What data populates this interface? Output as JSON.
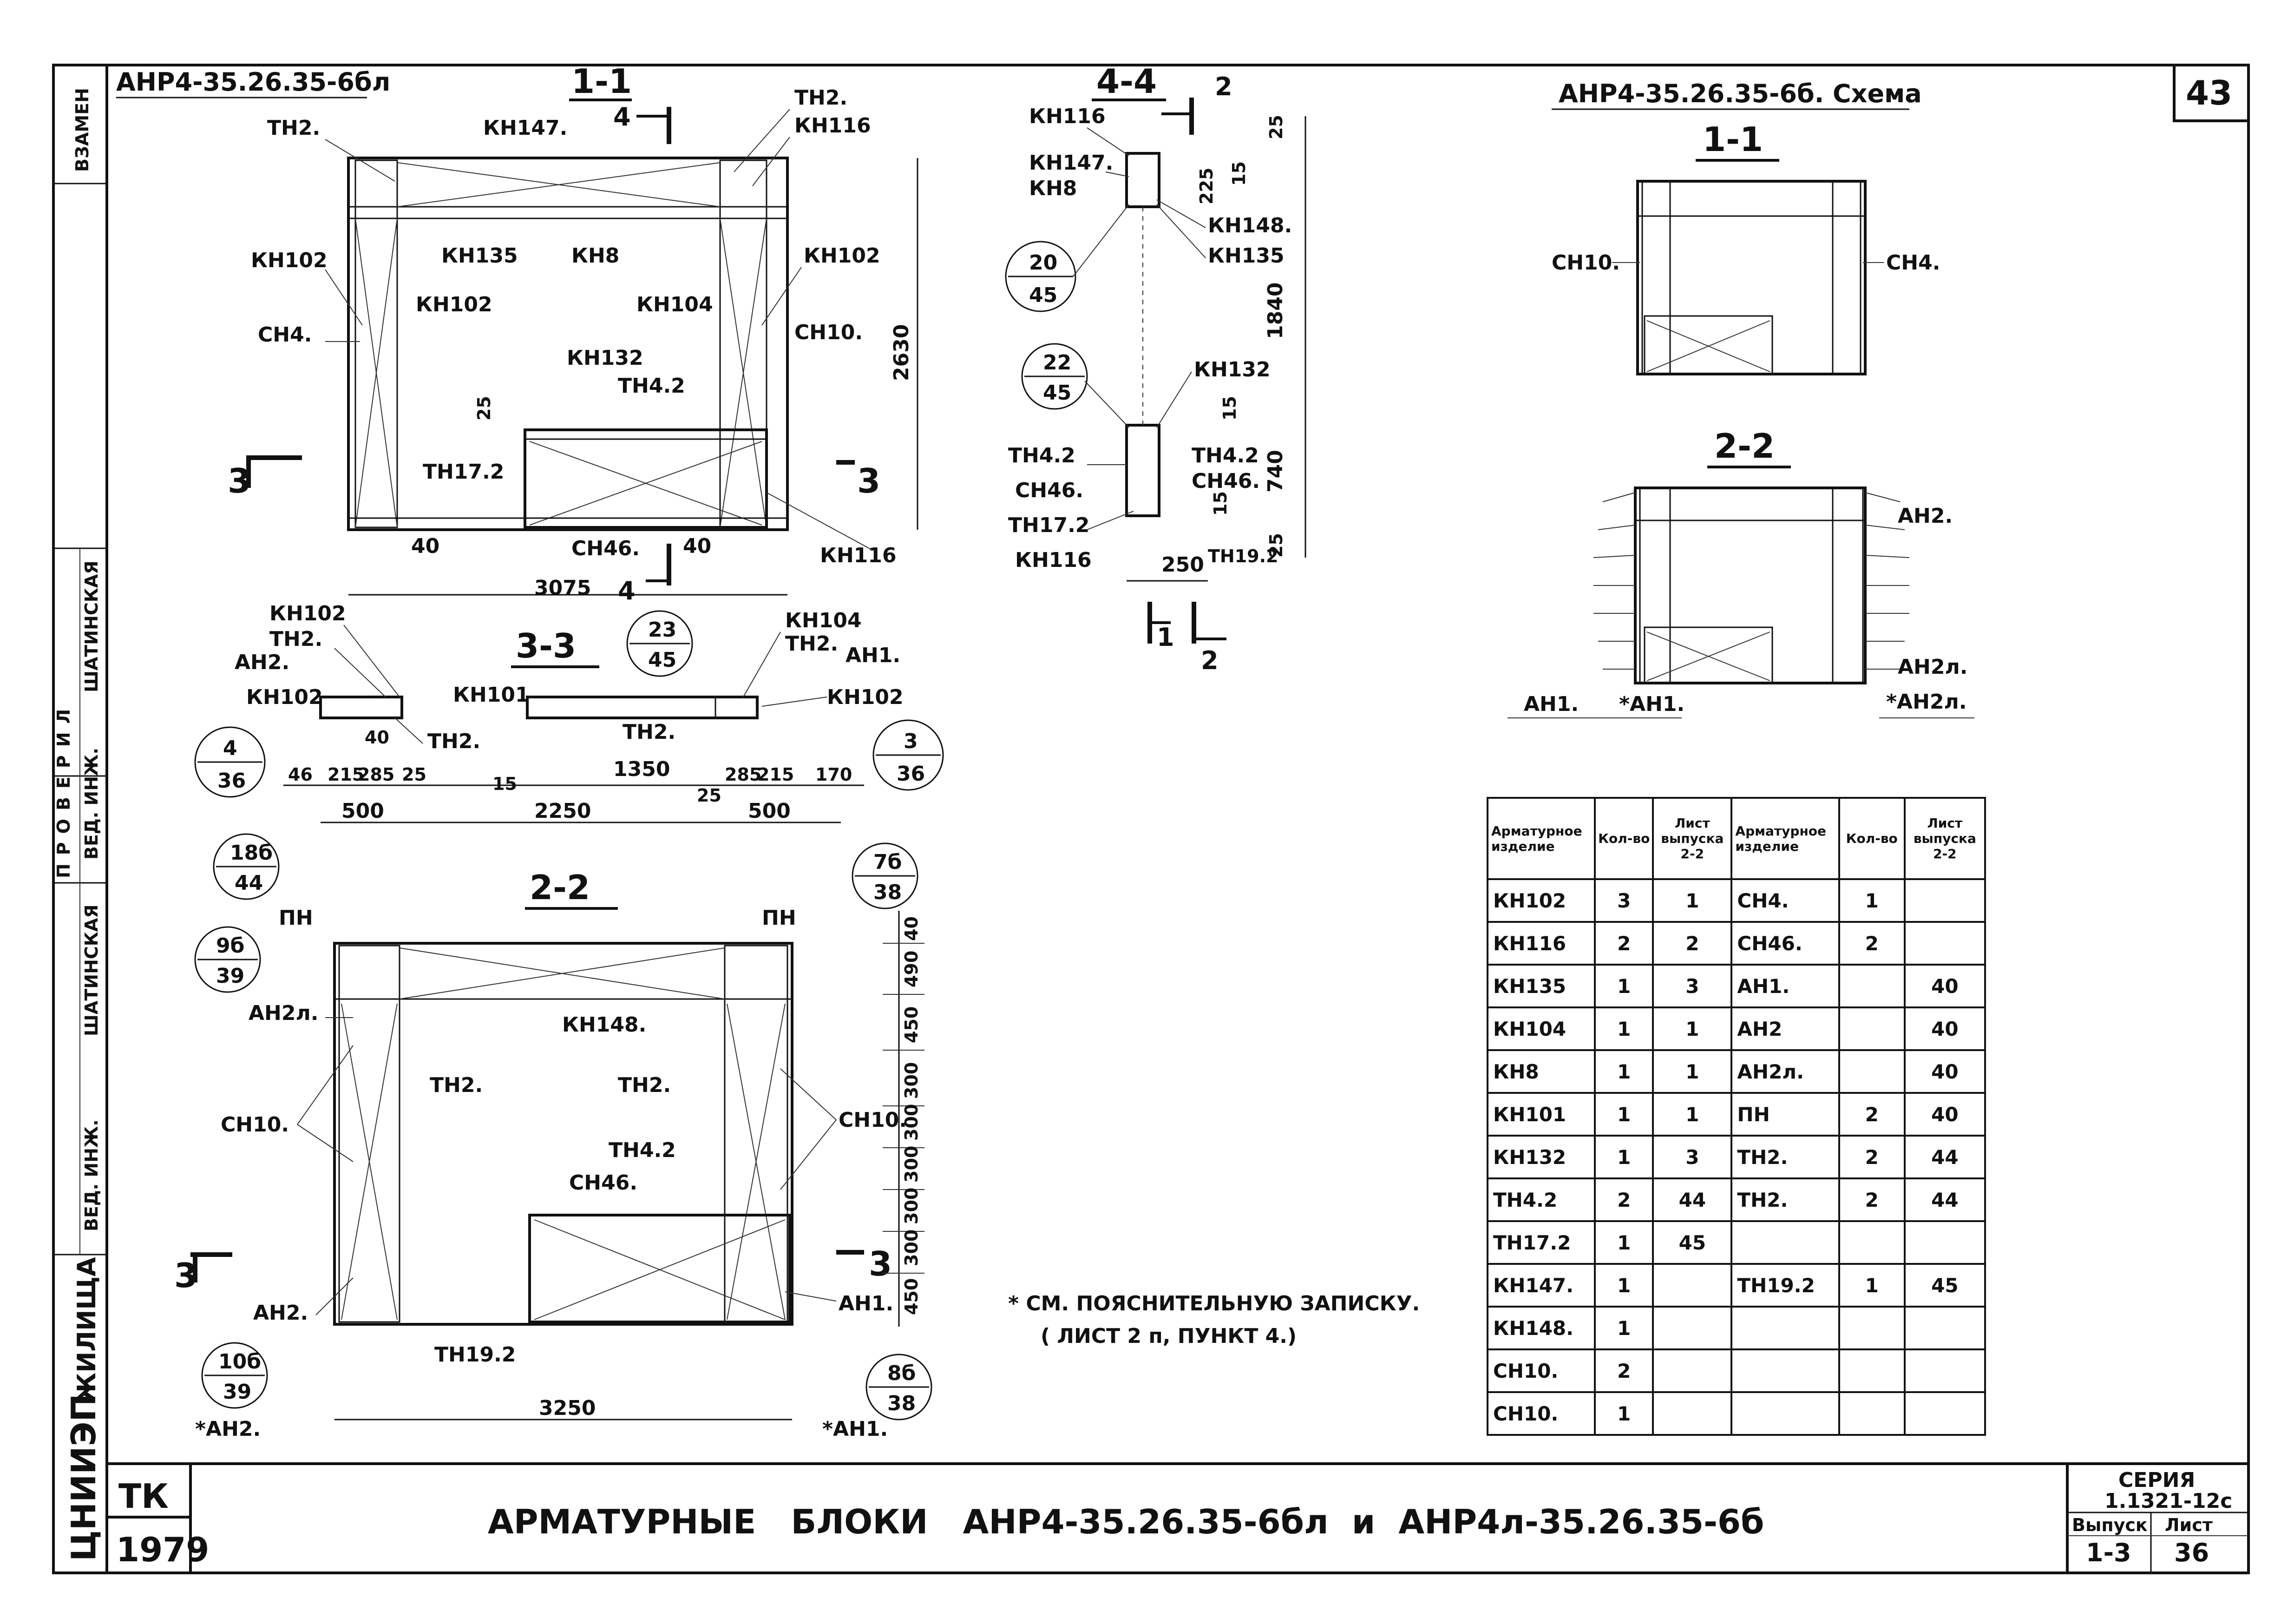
{
  "sheet": {
    "sheet_number": "43",
    "main_title": "АНР4-35.26.35-6бл",
    "side_labels": {
      "vzamen": "ВЗАМЕН",
      "proveril": "ПРОВЕРИЛ",
      "shatinskaya1": "ШАТИНСКАЯ",
      "ved_inzh1": "ВЕД. ИНЖ.",
      "shatinskaya2": "ШАТИНСКАЯ",
      "ved_inzh2": "ВЕД. ИНЖ.",
      "zhilishcha": "ЖИЛИЩА",
      "org": "ЦНИИЭП"
    }
  },
  "section_1_1": {
    "title": "1-1",
    "cut": "4",
    "labels": {
      "tn2_left": "ТН2.",
      "kn147": "КН147.",
      "tn2_right": "ТН2.",
      "kn116_right": "КН116",
      "kn102_l1": "КН102",
      "kn135": "КН135",
      "kn8": "КН8",
      "kn102_r": "КН102",
      "kn102_l2": "КН102",
      "kn104": "КН104",
      "sn10": "СН10.",
      "sn4": "СН4.",
      "kn132": "КН132",
      "tn4_2": "ТН4.2",
      "tn17_2": "ТН17.2",
      "sn46": "СН46.",
      "kn116_bottom": "КН116",
      "cut_left": "3",
      "cut_right": "3",
      "cut_bottom": "4"
    },
    "dims": {
      "d25": "25",
      "d2630": "2630",
      "d40a": "40",
      "d40b": "40",
      "d3075": "3075"
    }
  },
  "section_3_3": {
    "title": "3-3",
    "labels": {
      "kn102a": "КН102",
      "tn2a": "ТН2.",
      "an2": "АН2.",
      "kn102b": "КН102",
      "tn2b": "ТН2.",
      "kn101": "КН101",
      "tn2c": "ТН2.",
      "kn104": "КН104",
      "tn2d": "ТН2.",
      "an1": "АН1.",
      "kn102c": "КН102"
    },
    "dims": {
      "d46": "46",
      "d215a": "215",
      "d285a": "285",
      "d25a": "25",
      "d40": "40",
      "d15": "15",
      "d1350": "1350",
      "d285b": "285",
      "d215b": "215",
      "d170": "170",
      "d500a": "500",
      "d2250": "2250",
      "d25b": "25",
      "d500b": "500"
    },
    "refs": [
      {
        "top": "4",
        "bottom": "36"
      },
      {
        "top": "23",
        "bottom": "45"
      },
      {
        "top": "3",
        "bottom": "36"
      }
    ]
  },
  "section_4_4": {
    "title": "4-4",
    "cut": "2",
    "labels": {
      "kn116": "КН116",
      "kn147": "КН147.",
      "kn8": "КН8",
      "kn148": "КН148.",
      "kn135": "КН135",
      "kn132": "КН132",
      "tn4_2a": "ТН4.2",
      "tn4_2b": "ТН4.2",
      "sn46a": "СН46.",
      "sn46b": "СН46.",
      "tn17_2": "ТН17.2",
      "kn116b": "КН116",
      "tn19_2": "ТН19.2"
    },
    "dims": {
      "d25a": "25",
      "d225": "225",
      "d15a": "15",
      "d1840": "1840",
      "d15b": "15",
      "d740": "740",
      "d15c": "15",
      "d25b": "25",
      "d250": "250"
    },
    "refs": [
      {
        "top": "20",
        "bottom": "45"
      },
      {
        "top": "22",
        "bottom": "45"
      }
    ],
    "cut_labels": {
      "one": "1",
      "two": "2"
    }
  },
  "section_2_2_main": {
    "title": "2-2",
    "labels": {
      "pn_left": "ПН",
      "pn_right": "ПН",
      "an2l": "АН2л.",
      "kn148": "КН148.",
      "tn2a": "ТН2.",
      "tn2b": "ТН2.",
      "sn10_left": "СН10.",
      "sn10_right": "СН10.",
      "tn4_2": "ТН4.2",
      "sn46": "СН46.",
      "an2": "АН2.",
      "an1": "АН1.",
      "tn19_2": "ТН19.2",
      "an2_star": "*АН2.",
      "an1_star": "*АН1.",
      "cut_left": "3",
      "cut_right": "3"
    },
    "dims": {
      "d40": "40",
      "d490": "490",
      "d450a": "450",
      "d300a": "300",
      "d300b": "300",
      "d300c": "300",
      "d300d": "300",
      "d300e": "300",
      "d450b": "450",
      "d3250": "3250"
    },
    "refs": [
      {
        "top": "18б",
        "bottom": "44"
      },
      {
        "top": "9б",
        "bottom": "39"
      },
      {
        "top": "10б",
        "bottom": "39"
      },
      {
        "top": "7б",
        "bottom": "38"
      },
      {
        "top": "8б",
        "bottom": "38"
      }
    ]
  },
  "note": {
    "line1": "* СМ. ПОЯСНИТЕЛЬНУЮ ЗАПИСКУ.",
    "line2": "( ЛИСТ 2 п, ПУНКТ 4.)"
  },
  "schema": {
    "title": "АНР4-35.26.35-6б. Схема",
    "s11_title": "1-1",
    "s22_title": "2-2",
    "labels": {
      "sn10": "СН10.",
      "sn4": "СН4.",
      "an2": "АН2.",
      "an2l": "АН2л.",
      "an1": "АН1.",
      "an1_star": "*АН1.",
      "an2l_star": "*АН2л."
    }
  },
  "table": {
    "headers": {
      "item_a": "Арматурное изделие",
      "qty_a": "Кол-во",
      "sheet_a": "Лист выпуска 2-2",
      "item_b": "Арматурное изделие",
      "qty_b": "Кол-во",
      "sheet_b": "Лист выпуска 2-2"
    },
    "rows": [
      [
        "КН102",
        "3",
        "1",
        "СН4.",
        "1",
        ""
      ],
      [
        "КН116",
        "2",
        "2",
        "СН46.",
        "2",
        ""
      ],
      [
        "КН135",
        "1",
        "3",
        "АН1.",
        "",
        "40"
      ],
      [
        "КН104",
        "1",
        "1",
        "АН2",
        "",
        "40"
      ],
      [
        "КН8",
        "1",
        "1",
        "АН2л.",
        "",
        "40"
      ],
      [
        "КН101",
        "1",
        "1",
        "ПН",
        "2",
        "40"
      ],
      [
        "КН132",
        "1",
        "3",
        "ТН2.",
        "2",
        "44"
      ],
      [
        "ТН4.2",
        "2",
        "44",
        "ТН2.",
        "2",
        "44"
      ],
      [
        "ТН17.2",
        "1",
        "45",
        "",
        "",
        ""
      ],
      [
        "КН147.",
        "1",
        "",
        "ТН19.2",
        "1",
        "45"
      ],
      [
        "КН148.",
        "1",
        "",
        "",
        "",
        ""
      ],
      [
        "СН10.",
        "2",
        "",
        "",
        "",
        ""
      ],
      [
        "СН10.",
        "1",
        "",
        "",
        "",
        ""
      ]
    ]
  },
  "title_block": {
    "tk": "ТК",
    "year": "1979",
    "caption": "АРМАТУРНЫЕ   БЛОКИ   АНР4-35.26.35-6бл  и  АНР4л-35.26.35-6б",
    "seria_label": "СЕРИЯ",
    "seria_value": "1.1321-12с",
    "vypusk_label": "Выпуск",
    "vypusk_value": "1-3",
    "list_label": "Лист",
    "list_value": "36"
  }
}
